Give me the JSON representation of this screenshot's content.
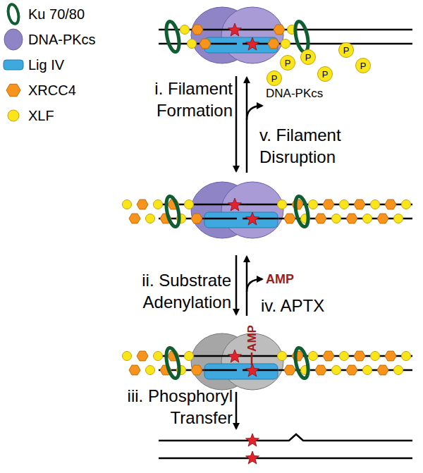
{
  "diagram": {
    "nodes": [
      {
        "text": [
          "P"
        ]
      },
      {
        "text": [
          "P"
        ]
      },
      {
        "text": [
          "P"
        ]
      },
      {
        "text": [
          "P"
        ]
      },
      {
        "text": [
          "P"
        ]
      },
      {
        "text": [
          "P"
        ]
      }
    ],
    "edges": [],
    "labels": [
      "i. Filament Formation",
      "v. Filament Disruption",
      "DNA-PKcs",
      "ii. Substrate Adenylation",
      "iv. APTX",
      "AMP",
      "AMP",
      "iii. Phosphoryl Transfer"
    ],
    "legend": [
      {
        "text": "Ku 70/80",
        "color": "#0f5e32"
      },
      {
        "text": "DNA-PKcs",
        "color": "#8f84c6"
      },
      {
        "text": "Lig IV",
        "color": "#3fa9df"
      },
      {
        "text": "XRCC4",
        "color": "#f7941d"
      },
      {
        "text": "XLF",
        "color": "#f9e51b"
      }
    ]
  }
}
